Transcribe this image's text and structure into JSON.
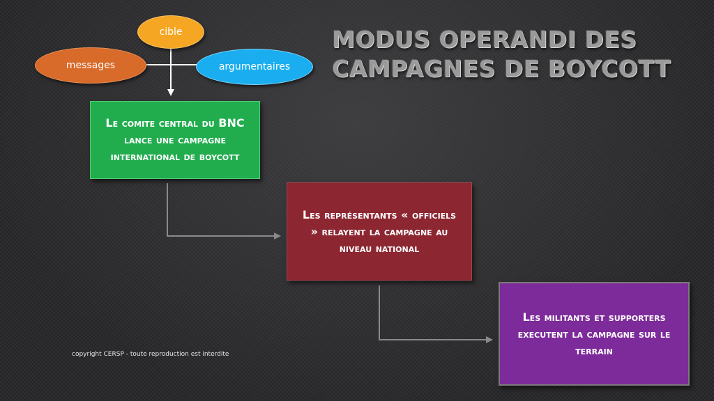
{
  "title": {
    "line1": "MODUS OPERANDI DES",
    "line2": "CAMPAGNES DE BOYCOTT"
  },
  "inputs": {
    "target": "cible",
    "messages": "messages",
    "arguments": "argumentaires"
  },
  "steps": [
    {
      "text": "Le comite central du BNC lance une campagne international de boycott",
      "color": "#21ad4e"
    },
    {
      "text": "Les représentants « officiels » relayent la campagne au niveau national",
      "color": "#8c2732"
    },
    {
      "text": "Les militants et supporters executent la campagne sur le terrain",
      "color": "#7d2a9a"
    }
  ],
  "colors": {
    "cible": "#f5a623",
    "messages": "#d86a2a",
    "argumentaires": "#1aaef0"
  },
  "footer": {
    "copyright": "copyright CERSP - toute reproduction est interdite"
  }
}
